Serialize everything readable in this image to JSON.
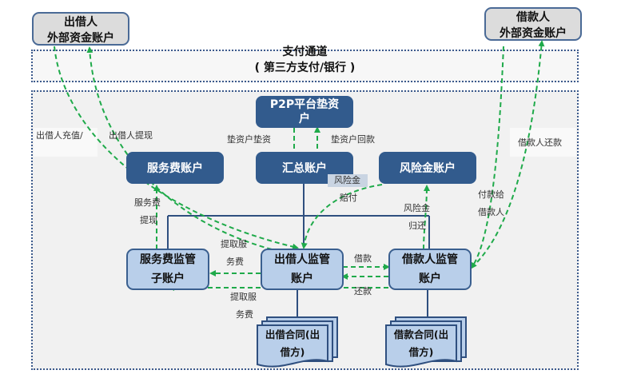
{
  "external": {
    "lender": {
      "line1": "出借人",
      "line2": "外部资金账户"
    },
    "borrower": {
      "line1": "借款人",
      "line2": "外部资金账户"
    }
  },
  "channel": {
    "title": "支付通道",
    "subtitle": "( 第三方支付/银行 )"
  },
  "nodes": {
    "p2p_advance": {
      "line1": "P2P平台垫资",
      "line2": "户"
    },
    "summary": "汇总账户",
    "service_fee": "服务费账户",
    "risk_fund": "风险金账户",
    "service_fee_sub": {
      "line1": "服务费监管",
      "line2": "子账户"
    },
    "lender_supervise": {
      "line1": "出借人监管",
      "line2": "账户"
    },
    "borrower_supervise": {
      "line1": "借款人监管",
      "line2": "账户"
    },
    "lender_contract": {
      "line1": "出借合同(出",
      "line2": "借方)"
    },
    "borrower_contract": {
      "line1": "借款合同(出",
      "line2": "借方)"
    }
  },
  "labels": {
    "lender_recharge": "出借人充值/",
    "lender_withdraw": "出借人提现",
    "advance_pay": "垫资户垫资",
    "advance_return": "垫资户回款",
    "borrower_repay": "借款人还款",
    "service_fee_withdraw_1": "服务费",
    "service_fee_withdraw_2": "提现",
    "risk_comp_1": "风险金",
    "risk_comp_2": "赔付",
    "risk_return_1": "风险金",
    "risk_return_2": "归还",
    "pay_borrower_1": "付款给",
    "pay_borrower_2": "借款人",
    "take_fee_a_1": "提取服",
    "take_fee_a_2": "务费",
    "take_fee_b_1": "提取服",
    "take_fee_b_2": "务费",
    "loan": "借款",
    "repay": "还款"
  },
  "colors": {
    "dark_box": "#325b8d",
    "light_box": "#b9cfea",
    "arrow": "#1faa4a",
    "border": "#3c5a8c"
  }
}
